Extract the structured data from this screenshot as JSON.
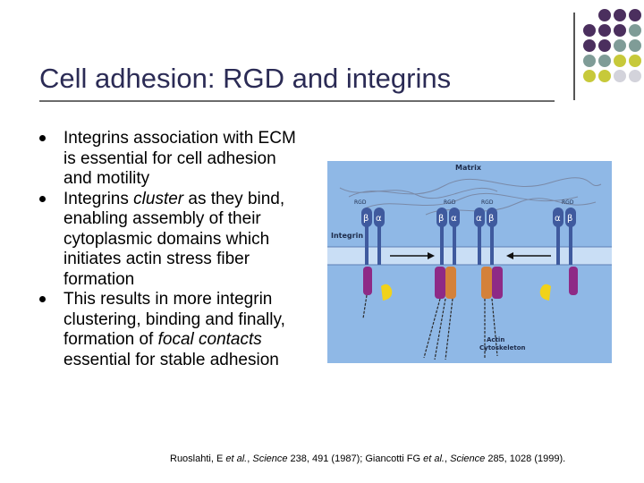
{
  "slide": {
    "title": "Cell adhesion: RGD and integrins",
    "bullets": [
      {
        "parts": [
          {
            "text": "Integrins association with ECM is essential for cell adhesion and motility",
            "italic": false
          }
        ]
      },
      {
        "parts": [
          {
            "text": "Integrins ",
            "italic": false
          },
          {
            "text": "cluster",
            "italic": true
          },
          {
            "text": " as they bind, enabling assembly of their cytoplasmic domains which initiates actin stress fiber formation",
            "italic": false
          }
        ]
      },
      {
        "parts": [
          {
            "text": "This results in more integrin clustering, binding and finally, formation of ",
            "italic": false
          },
          {
            "text": "focal contacts",
            "italic": true
          },
          {
            "text": " essential for stable adhesion",
            "italic": false
          }
        ]
      }
    ],
    "citation": [
      {
        "text": "Ruoslahti, E ",
        "italic": false
      },
      {
        "text": "et al.",
        "italic": true
      },
      {
        "text": ", ",
        "italic": false
      },
      {
        "text": "Science",
        "italic": true
      },
      {
        "text": " 238, 491 (1987); Giancotti FG ",
        "italic": false
      },
      {
        "text": "et al.",
        "italic": true
      },
      {
        "text": ", ",
        "italic": false
      },
      {
        "text": "Science",
        "italic": true
      },
      {
        "text": " 285, 1028 (1999).",
        "italic": false
      }
    ]
  },
  "figure": {
    "matrix_label": "Matrix",
    "integrin_label": "Integrin",
    "rgd_label": "RGD",
    "alpha": "α",
    "beta": "β",
    "actin_label_1": "Actin",
    "actin_label_2": "Cytoskeleton"
  },
  "colors": {
    "title": "#2b2b55",
    "figure_bg": "#8fb8e6",
    "integrin": "#3f5a9e",
    "purple_dot": "#4b2f5e",
    "teal_dot": "#7f9c97",
    "yellow_dot": "#c7c93a",
    "gray_dot": "#d3d3db"
  }
}
